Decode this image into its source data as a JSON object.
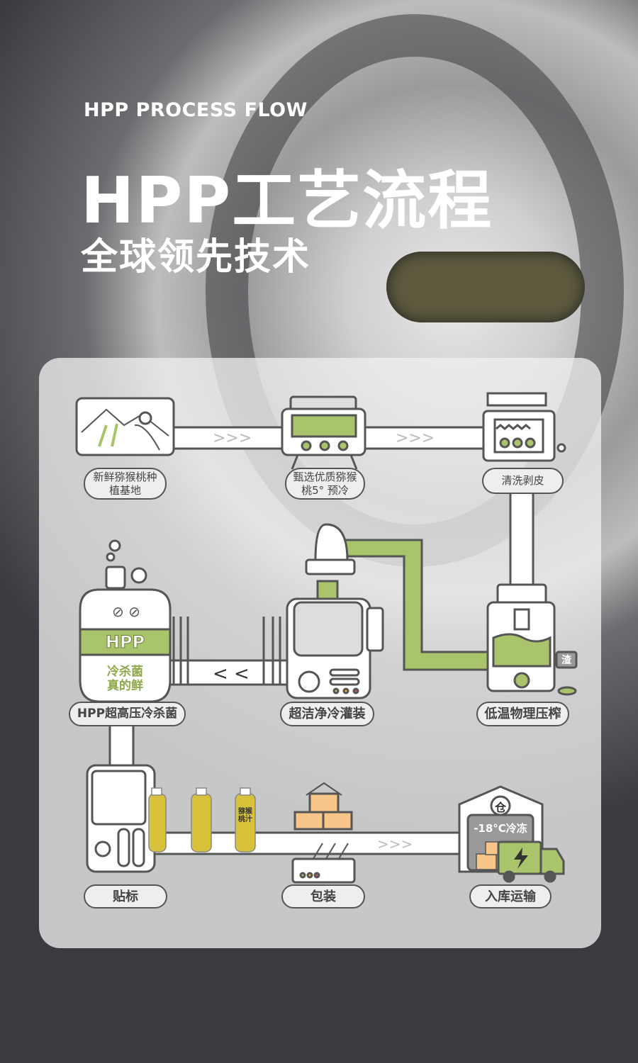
{
  "header": {
    "subtitle": "HPP PROCESS FLOW",
    "title": "HPP工艺流程",
    "tagline": "全球领先技术"
  },
  "steps": [
    {
      "label": "新鲜猕猴桃种植基地"
    },
    {
      "label": "甄选优质猕猴桃5° 预冷"
    },
    {
      "label": "清洗剥皮"
    },
    {
      "label": "低温物理压榨"
    },
    {
      "label": "超洁净冷灌装"
    },
    {
      "label": "HPP超高压冷杀菌"
    },
    {
      "label": "贴标"
    },
    {
      "label": "包装"
    },
    {
      "label": "入库运输"
    }
  ],
  "hpp_tank": {
    "band": "HPP",
    "line1": "冷杀菌",
    "line2": "真的鲜"
  },
  "press_waste": "渣",
  "warehouse": {
    "icon_text": "仓",
    "temp": "-18°C冷冻"
  },
  "bottle_text": "猕猴桃汁",
  "colors": {
    "accent": "#a9c46a",
    "box": "#f6c587",
    "line": "#555555"
  }
}
